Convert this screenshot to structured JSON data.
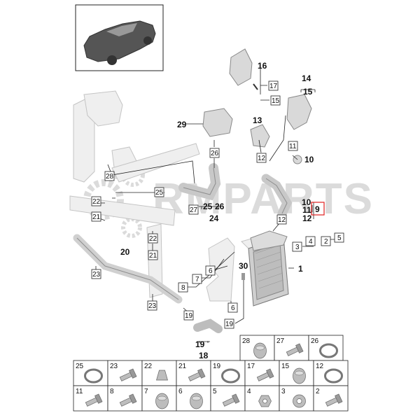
{
  "title": "",
  "callouts": {
    "c1": "1",
    "c2": "2",
    "c3": "3",
    "c4": "4",
    "c5": "5",
    "c6a": "6",
    "c6b": "6",
    "c7": "7",
    "c8": "8",
    "c9": "9",
    "c10a": "10",
    "c10b": "10",
    "c11a": "11",
    "c11b": "11",
    "c12a": "12",
    "c12b": "12",
    "c12c": "12",
    "c13": "13",
    "c14": "14",
    "c15a": "15",
    "c15b": "15",
    "c16": "16",
    "c17": "17",
    "c18": "18",
    "c19a": "19",
    "c19b": "19",
    "c19c": "19",
    "c20": "20",
    "c21a": "21",
    "c21b": "21",
    "c22a": "22",
    "c22b": "22",
    "c23a": "23",
    "c23b": "23",
    "c24": "24",
    "c25a": "25",
    "c25b": "25",
    "c26a": "26",
    "c26b": "26",
    "c27": "27",
    "c28": "28",
    "c29": "29",
    "c30": "30"
  },
  "watermark": "RMPARTS",
  "highlight_color": "#e02020",
  "parts_table": [
    {
      "n": "28",
      "icon": "grommet-icon"
    },
    {
      "n": "27",
      "icon": "bolt-icon"
    },
    {
      "n": "26",
      "icon": "hose-clamp-icon"
    },
    {
      "n": "25",
      "icon": "hose-clamp-icon"
    },
    {
      "n": "23",
      "icon": "bolt-icon"
    },
    {
      "n": "22",
      "icon": "clip-icon"
    },
    {
      "n": "21",
      "icon": "bolt-icon"
    },
    {
      "n": "19",
      "icon": "hose-clamp-icon"
    },
    {
      "n": "17",
      "icon": "screw-icon"
    },
    {
      "n": "15",
      "icon": "grommet-icon"
    },
    {
      "n": "12",
      "icon": "hose-clamp-icon"
    },
    {
      "n": "11",
      "icon": "bolt-icon"
    },
    {
      "n": "8",
      "icon": "bolt-icon"
    },
    {
      "n": "7",
      "icon": "grommet-icon"
    },
    {
      "n": "6",
      "icon": "grommet-icon"
    },
    {
      "n": "5",
      "icon": "bolt-icon"
    },
    {
      "n": "4",
      "icon": "nut-icon"
    },
    {
      "n": "3",
      "icon": "washer-icon"
    },
    {
      "n": "2",
      "icon": "screw-icon"
    }
  ]
}
